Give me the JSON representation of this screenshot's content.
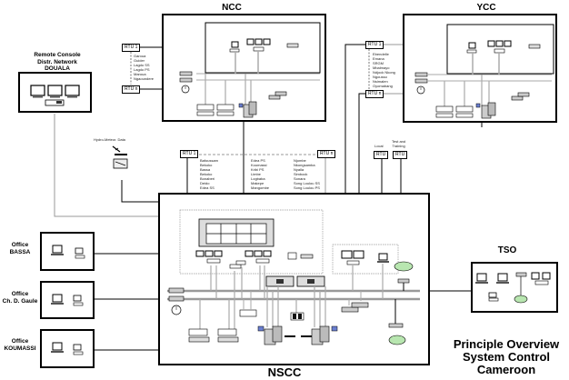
{
  "diagram": {
    "title_lines": [
      "Principle Overview",
      "System Control",
      "Cameroon"
    ],
    "centers": {
      "ncc": {
        "label": "NCC"
      },
      "ycc": {
        "label": "YCC"
      },
      "nscc": {
        "label": "NSCC"
      },
      "tso": {
        "label": "TSO"
      }
    },
    "remote_console": {
      "label_lines": [
        "Remote Console",
        "Distr. Network",
        "DOUALA"
      ]
    },
    "offices": [
      {
        "label_lines": [
          "Office",
          "BASSA"
        ]
      },
      {
        "label_lines": [
          "Office",
          "Ch. D. Gaule"
        ]
      },
      {
        "label_lines": [
          "Office",
          "KOUMASSI"
        ]
      }
    ],
    "hydro_meteo_label": "Hydro-Meteor. Data",
    "rtu_groups": {
      "ncc": {
        "first": "RTU 1",
        "last": "RTU n",
        "stations": [
          "Garoua",
          "Guider",
          "Lagdo SS",
          "Lagdo PS",
          "Maroua",
          "Ngaoundere"
        ]
      },
      "ycc": {
        "first": "RTU 1",
        "last": "RTU n",
        "stations": [
          "Ebendelle",
          "Emana",
          "SRGM",
          "Mbalmayo",
          "Ndjock Nkong",
          "Ngousso",
          "Nsimalen",
          "Oyomabang"
        ]
      },
      "nscc": {
        "first": "RTU 1",
        "last": "RTU n",
        "station_columns": [
          [
            "Bafoussam",
            "Bekoko",
            "Bassa",
            "Bekoko",
            "Bonaberi",
            "Deido",
            "Edea SS"
          ],
          [
            "Edea PS",
            "Koumassi",
            "Kribi PS",
            "Limbe",
            "Logbaba",
            "Makepe",
            "Mangombe"
          ],
          [
            "Njombe",
            "Nkongsamba",
            "Nyalla",
            "Simbock",
            "Sonara",
            "Song Loulou SS",
            "Song Loulou PS"
          ]
        ]
      },
      "local": {
        "caption": "Local",
        "label": "RTU"
      },
      "test": {
        "caption_lines": [
          "Test and",
          "Training"
        ],
        "label": "RTU"
      }
    },
    "colors": {
      "line": "#000000",
      "lan": "#9a9a9a",
      "device_fill": "#d8d8d8",
      "router_fill": "#b8e6b0",
      "screen_fill": "#6a7fd0",
      "dashed": "#8a8a8a"
    }
  }
}
